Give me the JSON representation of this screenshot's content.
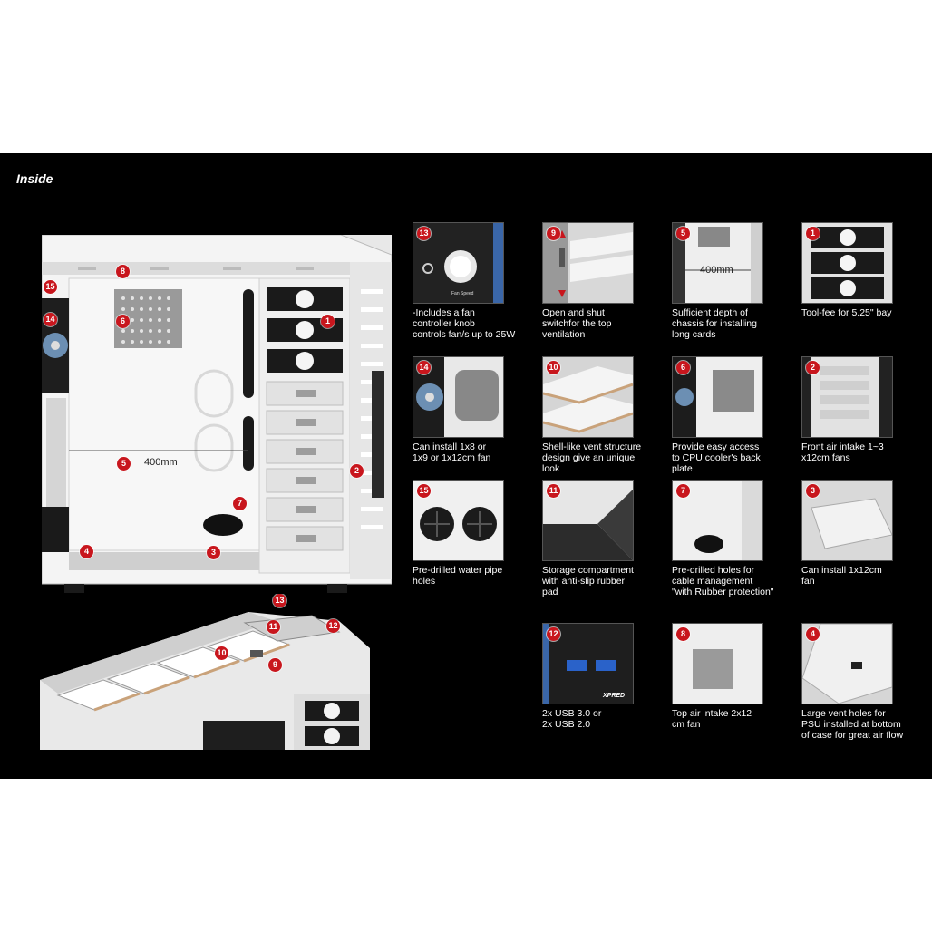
{
  "section_title": "Inside",
  "main_view": {
    "markers": [
      "1",
      "2",
      "3",
      "4",
      "5",
      "6",
      "7",
      "8",
      "14",
      "15"
    ],
    "dimension_label": "400mm"
  },
  "top_view": {
    "markers": [
      "9",
      "10",
      "11",
      "12",
      "13"
    ]
  },
  "features": [
    {
      "num": "13",
      "caption": "-Includes a fan\ncontroller knob\ncontrols fan/s up to 25W",
      "thumb_text": "Fan Speed"
    },
    {
      "num": "9",
      "caption": "Open and shut\nswitchfor the top\nventilation"
    },
    {
      "num": "5",
      "caption": "Sufficient depth of\nchassis for installing\nlong cards",
      "thumb_text": "400mm"
    },
    {
      "num": "1",
      "caption": "Tool-fee for 5.25\" bay"
    },
    {
      "num": "14",
      "caption": "Can install 1x8 or\n1x9 or 1x12cm fan"
    },
    {
      "num": "10",
      "caption": "Shell-like vent structure\ndesign give an unique\nlook"
    },
    {
      "num": "6",
      "caption": "Provide easy access\nto CPU cooler's back\nplate"
    },
    {
      "num": "2",
      "caption": "Front air intake 1~3\nx12cm fans"
    },
    {
      "num": "15",
      "caption": "Pre-drilled water pipe\nholes"
    },
    {
      "num": "11",
      "caption": "Storage compartment\nwith anti-slip rubber\npad"
    },
    {
      "num": "7",
      "caption": "Pre-drilled holes for\ncable management\n \"with Rubber protection\""
    },
    {
      "num": "3",
      "caption": "Can install 1x12cm\nfan"
    },
    {
      "num": "12",
      "caption": "2x USB 3.0 or\n2x USB 2.0",
      "thumb_text": "XPRED"
    },
    {
      "num": "8",
      "caption": "Top air intake 2x12\ncm fan"
    },
    {
      "num": "4",
      "caption": "Large vent holes for\nPSU installed at bottom\nof case for great air flow"
    }
  ],
  "colors": {
    "background": "#000000",
    "marker": "#c8161d",
    "case_body": "#f2f2f2",
    "caption_text": "#ffffff"
  }
}
